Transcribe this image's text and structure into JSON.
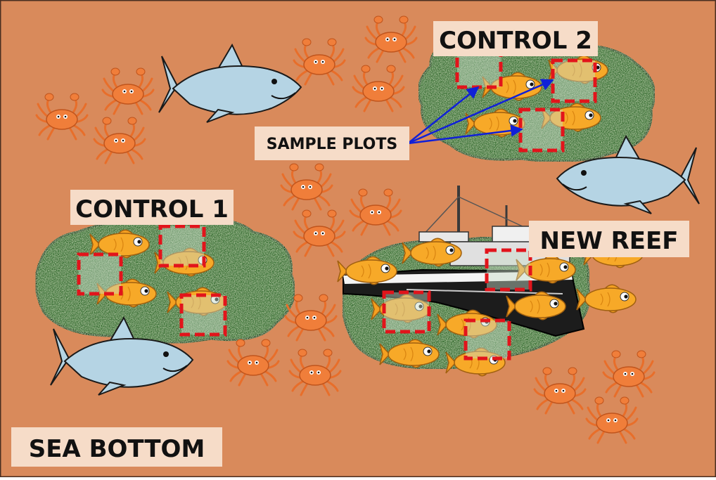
{
  "colors": {
    "sea_bottom": "#d98a5b",
    "reef_green": "#2e6a2c",
    "label_bg": "#f6dcc8",
    "plot_border": "#e2141b",
    "arrow": "#1020d8",
    "fish_body": "#f7a928",
    "shark_body": "#b5d4e4",
    "crab_body": "#f07e3a"
  },
  "labels": {
    "control_2": "CONTROL 2",
    "control_1": "CONTROL 1",
    "new_reef": "NEW REEF",
    "sample_plots": "SAMPLE PLOTS",
    "sea_bottom": "SEA BOTTOM"
  }
}
